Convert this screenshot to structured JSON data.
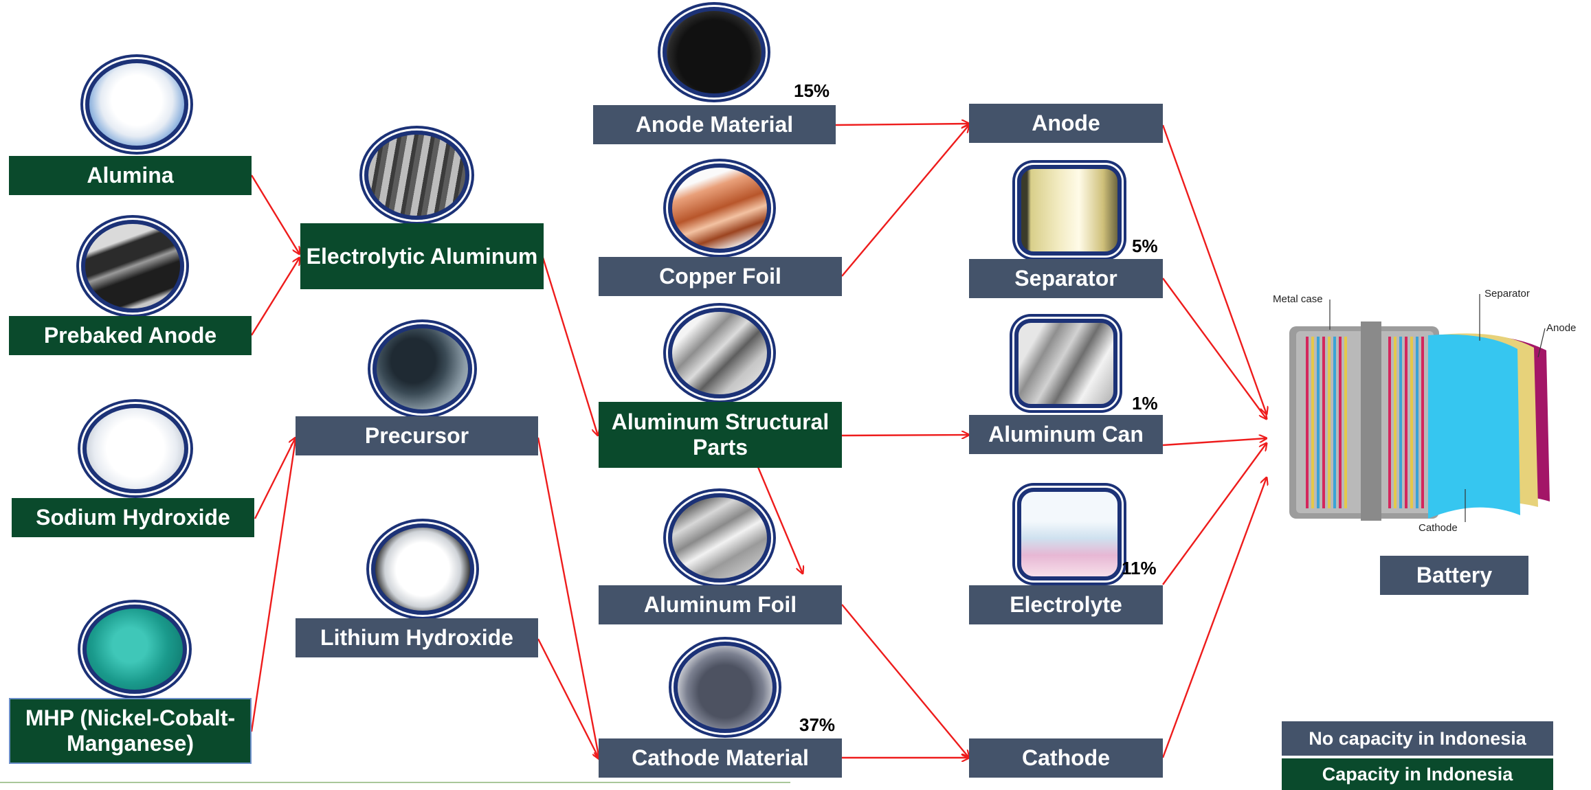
{
  "raw_materials": {
    "alumina": "Alumina",
    "prebaked_anode": "Prebaked Anode",
    "sodium_hydroxide": "Sodium Hydroxide",
    "mhp": "MHP (Nickel-Cobalt-Manganese)"
  },
  "intermediates": {
    "electrolytic_aluminum": "Electrolytic Aluminum",
    "precursor": "Precursor",
    "lithium_hydroxide": "Lithium Hydroxide"
  },
  "materials": {
    "anode_material": "Anode Material",
    "copper_foil": "Copper Foil",
    "aluminum_structural_parts": "Aluminum Structural Parts",
    "aluminum_foil": "Aluminum Foil",
    "cathode_material": "Cathode Material"
  },
  "components": {
    "anode": "Anode",
    "separator": "Separator",
    "aluminum_can": "Aluminum Can",
    "electrolyte": "Electrolyte",
    "cathode": "Cathode"
  },
  "percentages": {
    "anode_material": "15%",
    "separator": "5%",
    "aluminum_can": "1%",
    "electrolyte": "11%",
    "cathode_material": "37%"
  },
  "battery": {
    "title": "Battery",
    "labels": {
      "metal_case": "Metal case",
      "separator": "Separator",
      "anode": "Anode",
      "cathode": "Cathode"
    }
  },
  "legend": {
    "no_capacity": "No capacity in Indonesia",
    "capacity": "Capacity in Indonesia"
  },
  "colors": {
    "capacity": "#0a4a2c",
    "no_capacity": "#44536a",
    "arrow": "#ee1c1c",
    "photo_ring": "#1c3277"
  }
}
